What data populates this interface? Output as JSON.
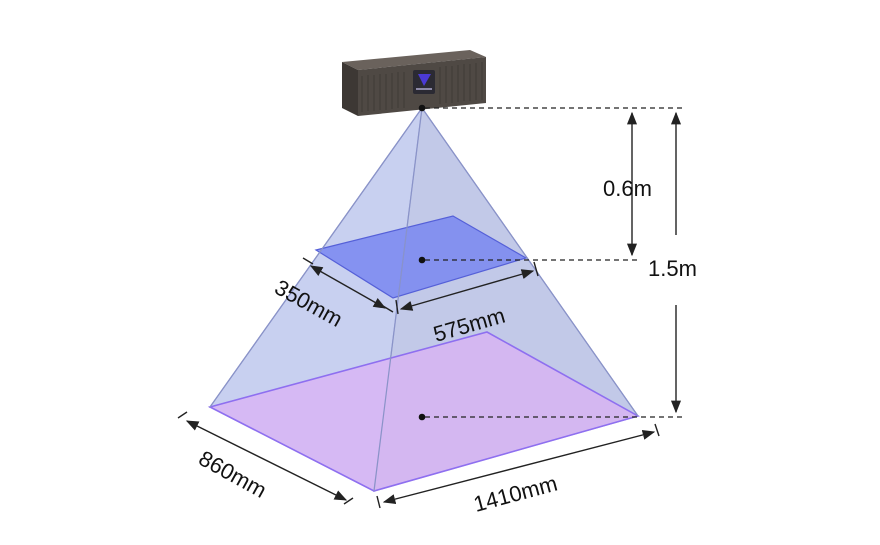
{
  "diagram": {
    "labels": {
      "near_width": "350mm",
      "near_length": "575mm",
      "far_width": "860mm",
      "far_length": "1410mm",
      "near_distance": "0.6m",
      "far_distance": "1.5m"
    },
    "colors": {
      "pyramid_face": "#b9c2ea",
      "pyramid_edge": "#8a93c8",
      "near_plane": "#6f7df2",
      "far_plane": "#d8b5f4",
      "far_plane_edge": "#8e6ff0",
      "camera_body": "#4f4944",
      "camera_logo": "#4b3ad6"
    },
    "icons": {
      "camera": "depth-camera-icon"
    }
  }
}
